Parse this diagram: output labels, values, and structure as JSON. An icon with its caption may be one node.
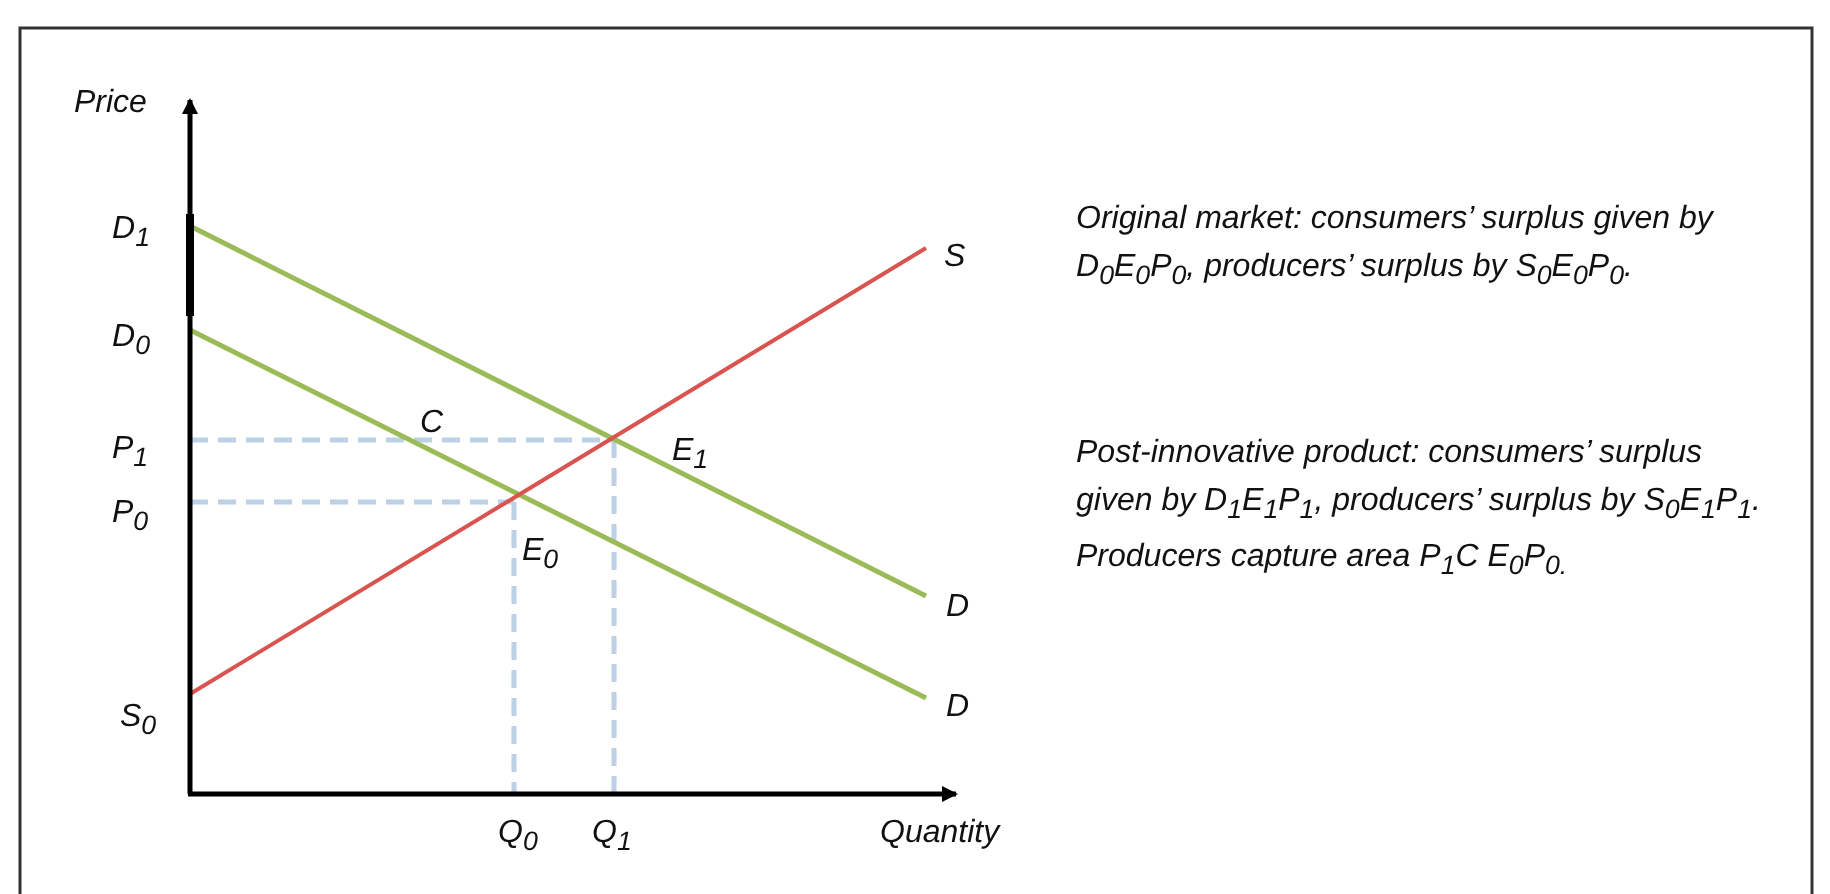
{
  "diagram": {
    "labels": [
      "Price",
      "D$_{1}$",
      "S",
      "D$_{0}$",
      "C",
      "P$_{1}$",
      "E$_{1}$",
      "P$_{0}$",
      "E$_{0}$",
      "D",
      "D",
      "S$_{0}$",
      "Q$_{0}$",
      "Q$_{1}$",
      "Quantity",
      "Original market:  consumers’ surplus given by D$_{0}$E$_{0}$P$_{0}$, producers’ surplus by S$_{0}$E$_{0}$P$_{0}$.",
      "Post-innovative product: consumers’ surplus given by D$_{1}$E$_{1}$P$_{1}$, producers’ surplus by S$_{0}$E$_{1}$P$_{1}$. Producers capture area P$_{1}$C E$_{0}$P$_{0.}$"
    ]
  }
}
